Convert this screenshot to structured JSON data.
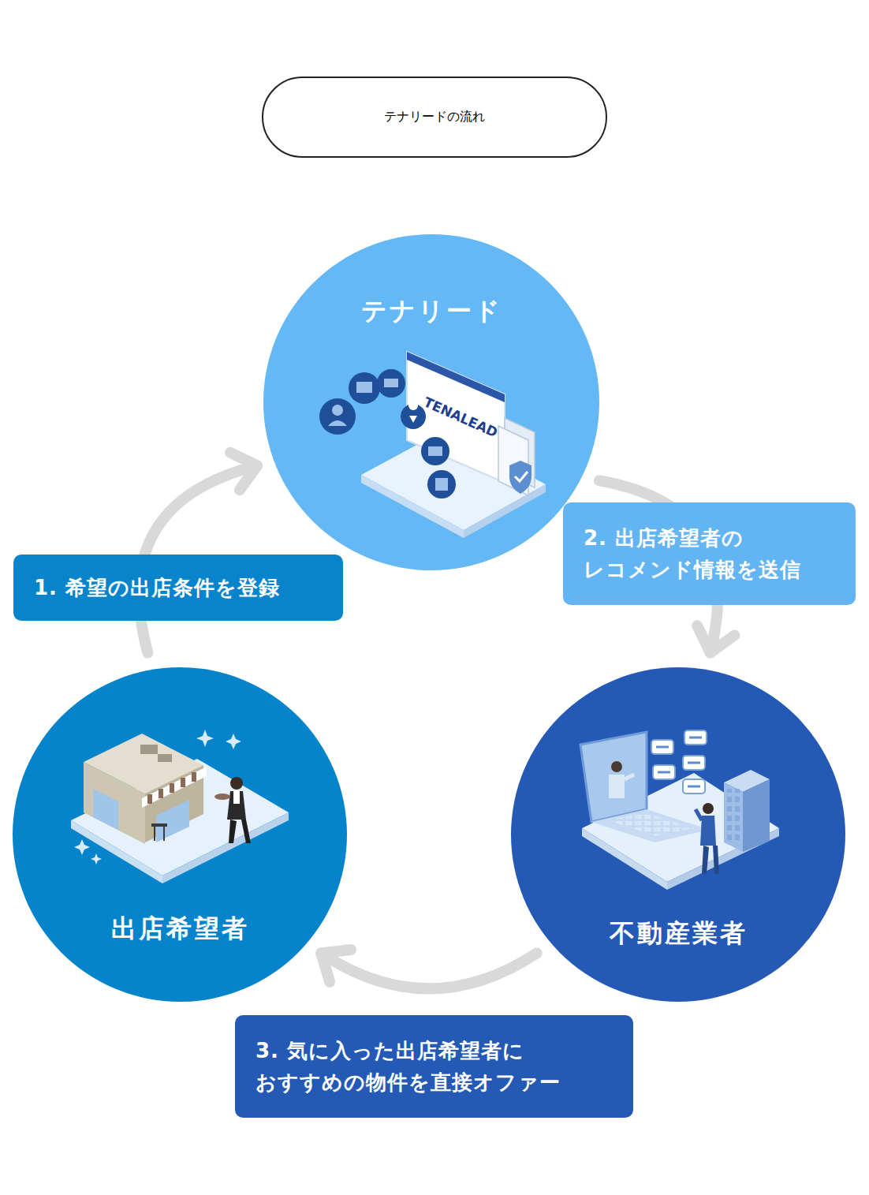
{
  "diagram": {
    "title": "テナリードの流れ",
    "nodes": [
      {
        "text": [
          "テナリード"
        ]
      },
      {
        "text": [
          "出店希望者"
        ]
      },
      {
        "text": [
          "不動産業者"
        ]
      }
    ],
    "edges": [
      {
        "from": 1,
        "to": 0,
        "arrow": "to",
        "label": "1. 希望の出店条件を登録"
      },
      {
        "from": 0,
        "to": 2,
        "arrow": "to",
        "label": "2. 出店希望者の レコメンド情報を送信"
      },
      {
        "from": 2,
        "to": 1,
        "arrow": "to",
        "label": "3. 気に入った出店希望者に おすすめの物件を直接オファー"
      }
    ],
    "labels": [
      "TENALEAD"
    ]
  }
}
